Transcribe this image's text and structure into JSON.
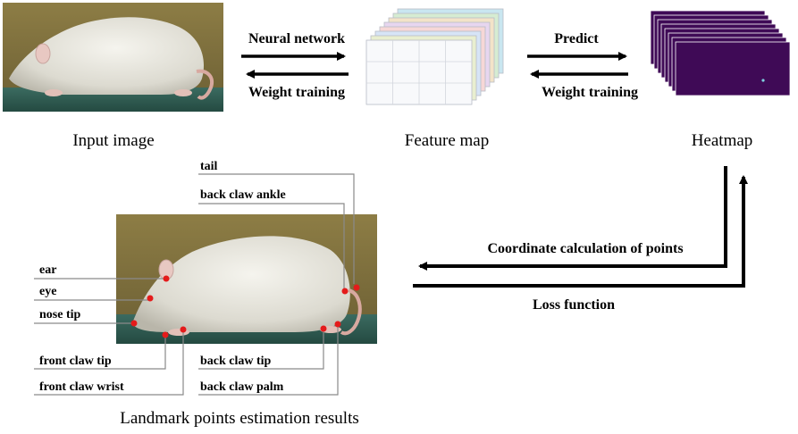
{
  "colors": {
    "background": "#ffffff",
    "arrow": "#000000",
    "heatmap_fill": "#3f0a56",
    "landmark_point": "#e41b1b",
    "leader_line": "#8a8a8a",
    "photo_wall": "#7b6b3a",
    "photo_table": "#2f5c52"
  },
  "top_row": {
    "input_caption": "Input image",
    "feature_caption": "Feature map",
    "heatmap_caption": "Heatmap",
    "forward_label_1": "Neural network",
    "backward_label_1": "Weight training",
    "forward_label_2": "Predict",
    "backward_label_2": "Weight training"
  },
  "bottom_row": {
    "coordinate_label": "Coordinate calculation of points",
    "loss_label": "Loss function",
    "result_caption": "Landmark points estimation results"
  },
  "landmarks": {
    "tail": "tail",
    "back_claw_ankle": "back claw ankle",
    "ear": "ear",
    "eye": "eye",
    "nose_tip": "nose tip",
    "front_claw_tip": "front claw tip",
    "front_claw_wrist": "front claw wrist",
    "back_claw_tip": "back claw tip",
    "back_claw_palm": "back claw  palm"
  },
  "icons": {
    "input_photo": "rat-photo",
    "feature_stack": "feature-map-stack-icon",
    "heatmap_stack": "heatmap-stack-icon",
    "result_photo": "rat-photo-with-landmarks"
  }
}
